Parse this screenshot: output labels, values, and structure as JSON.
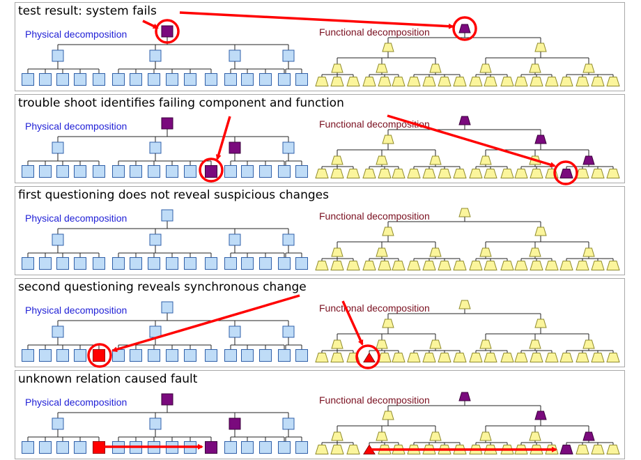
{
  "colors": {
    "component_normal": "#bfdcf7",
    "component_stroke": "#2f5fa8",
    "function_normal": "#fbf59c",
    "function_stroke": "#8f8a2a",
    "failing": "#7a0a7d",
    "changed": "#ff0000",
    "annotation": "#ff0000"
  },
  "physical_label": "Physical decomposition",
  "functional_label": "Functional decomposition",
  "panels": [
    {
      "title": "test result: system fails",
      "phys_highlight": [],
      "func_highlight": []
    },
    {
      "title": "trouble shoot identifies failing component and function",
      "phys_highlight": [],
      "func_highlight": []
    },
    {
      "title": "first questioning does not reveal suspicious changes",
      "phys_highlight": [],
      "func_highlight": []
    },
    {
      "title": "second questioning reveals synchronous change",
      "phys_highlight": [],
      "func_highlight": []
    },
    {
      "title": "unknown relation caused fault",
      "phys_highlight": [],
      "func_highlight": []
    }
  ]
}
